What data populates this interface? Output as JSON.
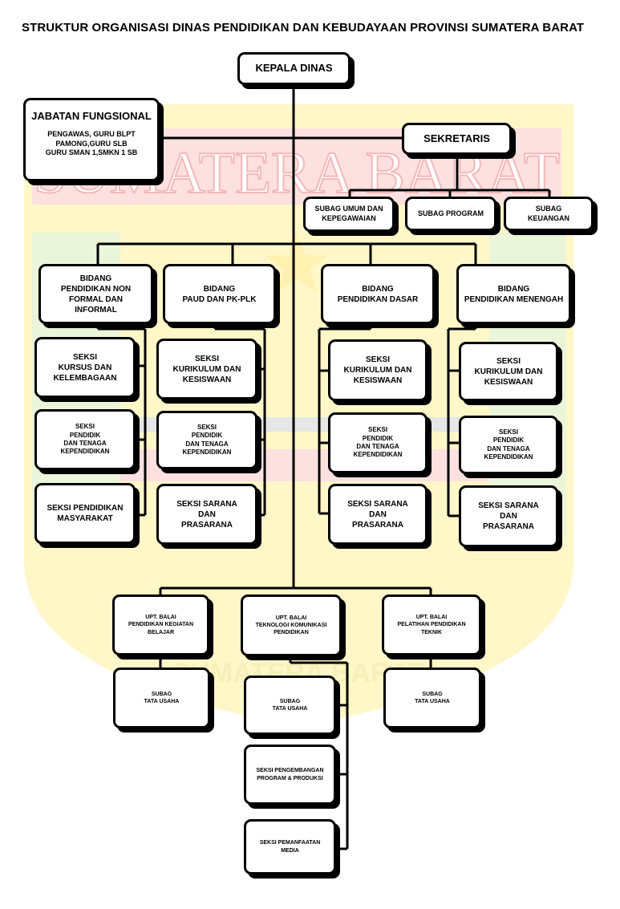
{
  "title": "STRUKTUR ORGANISASI DINAS PENDIDIKAN DAN KEBUDAYAAN PROVINSI SUMATERA BARAT",
  "watermark": {
    "top_text": "SUMATERA BARAT",
    "bottom_text": "SUMATERA BARAT",
    "colors": {
      "shield": "#fff7c8",
      "band": "#fde0e0",
      "stripe": "#e6e6e6",
      "green": "#eaf5da",
      "star": "#fff2b0"
    }
  },
  "colors": {
    "box_border": "#000000",
    "box_fill": "#ffffff",
    "line": "#000000"
  },
  "kepala_dinas": "KEPALA DINAS",
  "jabatan_fungsional": {
    "heading": "JABATAN FUNGSIONAL",
    "body": "PENGAWAS, GURU BLPT\nPAMONG,GURU SLB\nGURU SMAN 1,SMKN 1 SB"
  },
  "sekretaris": "SEKRETARIS",
  "subag": [
    "SUBAG UMUM DAN\nKEPEGAWAIAN",
    "SUBAG PROGRAM",
    "SUBAG\nKEUANGAN"
  ],
  "bidang": [
    {
      "name": "BIDANG\nPENDIDIKAN NON\nFORMAL DAN\nINFORMAL",
      "seksi": [
        "SEKSI\nKURSUS DAN\nKELEMBAGAAN",
        "SEKSI\nPENDIDIK\nDAN TENAGA\nKEPENDIDIKAN",
        "SEKSI PENDIDIKAN\nMASYARAKAT"
      ]
    },
    {
      "name": "BIDANG\nPAUD DAN PK-PLK",
      "seksi": [
        "SEKSI\nKURIKULUM DAN\nKESISWAAN",
        "SEKSI\nPENDIDIK\nDAN TENAGA\nKEPENDIDIKAN",
        "SEKSI SARANA\nDAN\nPRASARANA"
      ]
    },
    {
      "name": "BIDANG\nPENDIDIKAN DASAR",
      "seksi": [
        "SEKSI\nKURIKULUM DAN\nKESISWAAN",
        "SEKSI\nPENDIDIK\nDAN TENAGA\nKEPENDIDIKAN",
        "SEKSI SARANA\nDAN\nPRASARANA"
      ]
    },
    {
      "name": "BIDANG\nPENDIDIKAN MENENGAH",
      "seksi": [
        "SEKSI\nKURIKULUM DAN\nKESISWAAN",
        "SEKSI\nPENDIDIK\nDAN TENAGA\nKEPENDIDIKAN",
        "SEKSI SARANA\nDAN\nPRASARANA"
      ]
    }
  ],
  "upt": [
    {
      "name": "UPT. BALAI\nPENDIDIKAN KEGIATAN\nBELAJAR",
      "units": [
        "SUBAG\nTATA USAHA"
      ]
    },
    {
      "name": "UPT. BALAI\nTEKNOLOGI KOMUNIKASI\nPENDIDIKAN",
      "units": [
        "SUBAG\nTATA USAHA",
        "SEKSI PENGEMBANGAN\nPROGRAM & PRODUKSI",
        "SEKSI PEMANFAATAN\nMEDIA"
      ]
    },
    {
      "name": "UPT. BALAI\nPELATIHAN PENDIDIKAN\nTEKNIK",
      "units": [
        "SUBAG\nTATA USAHA"
      ]
    }
  ]
}
